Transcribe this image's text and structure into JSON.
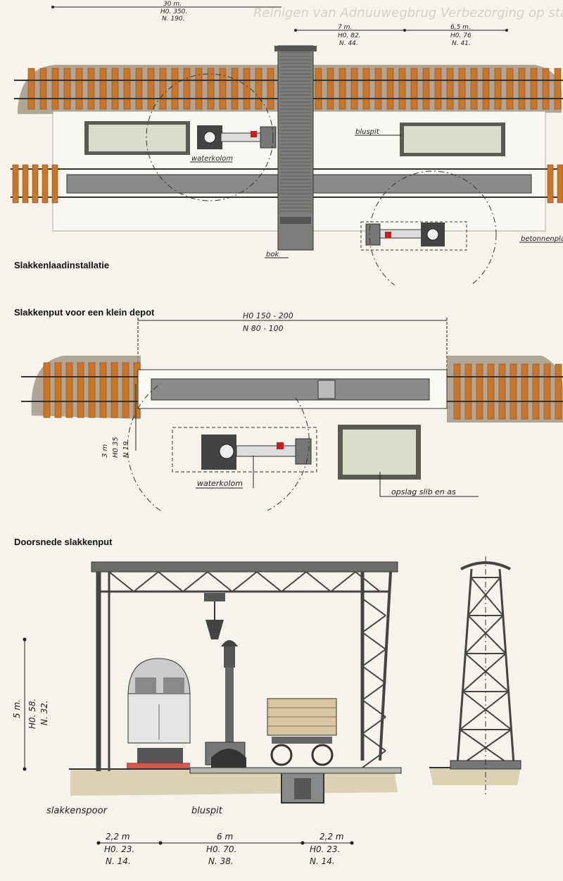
{
  "sections": {
    "top": {
      "title": "Slakkenlaadinstallatie"
    },
    "middle": {
      "title": "Slakkenput voor een klein depot"
    },
    "bottom": {
      "title": "Doorsnede slakkenput"
    }
  },
  "top_diagram": {
    "heading_text": "Reinigen van Adnuuwegbrug  Verbezorging op station Nijmegen",
    "dim_total": {
      "len": "30 m.",
      "ho": "H0. 350.",
      "n": "N. 190."
    },
    "dim_left": {
      "len": "7 m.",
      "ho": "H0. 82.",
      "n": "N. 44."
    },
    "dim_right": {
      "len": "6,5 m.",
      "ho": "H0. 76",
      "n": "N. 41."
    },
    "labels": {
      "waterkolom": "waterkolom",
      "bluspit": "bluspit",
      "bok": "bok",
      "betonnenplaat": "betonnenplaa"
    }
  },
  "middle_diagram": {
    "dim_top": {
      "ho": "H0    150 - 200",
      "n": "N     80 - 100"
    },
    "dim_side": {
      "len": "3 m",
      "ho": "H0 35",
      "n": "N 19"
    },
    "labels": {
      "waterkolom": "waterkolom",
      "opslag": "opslag  slib  en  as"
    }
  },
  "bottom_diagram": {
    "dim_height": {
      "len": "5 m.",
      "ho": "H0. 58.",
      "n": "N. 32."
    },
    "labels": {
      "slakkenspoor": "slakkenspoor",
      "bluspit": "bluspit"
    },
    "dims_bottom": [
      {
        "len": "2,2 m",
        "ho": "H0. 23.",
        "n": "N. 14."
      },
      {
        "len": "6 m",
        "ho": "H0. 70.",
        "n": "N. 38."
      },
      {
        "len": "2,2 m",
        "ho": "H0. 23.",
        "n": "N. 14."
      }
    ]
  },
  "colors": {
    "paper": "#f4f1ea",
    "sleeper": "#c9762a",
    "sleeper_dark": "#8a4a18",
    "ballast": "#8a7d6e",
    "rail": "#333333",
    "pit": "#5c5c5c",
    "ground": "#b59a6a",
    "accent_red": "#c0231e"
  }
}
